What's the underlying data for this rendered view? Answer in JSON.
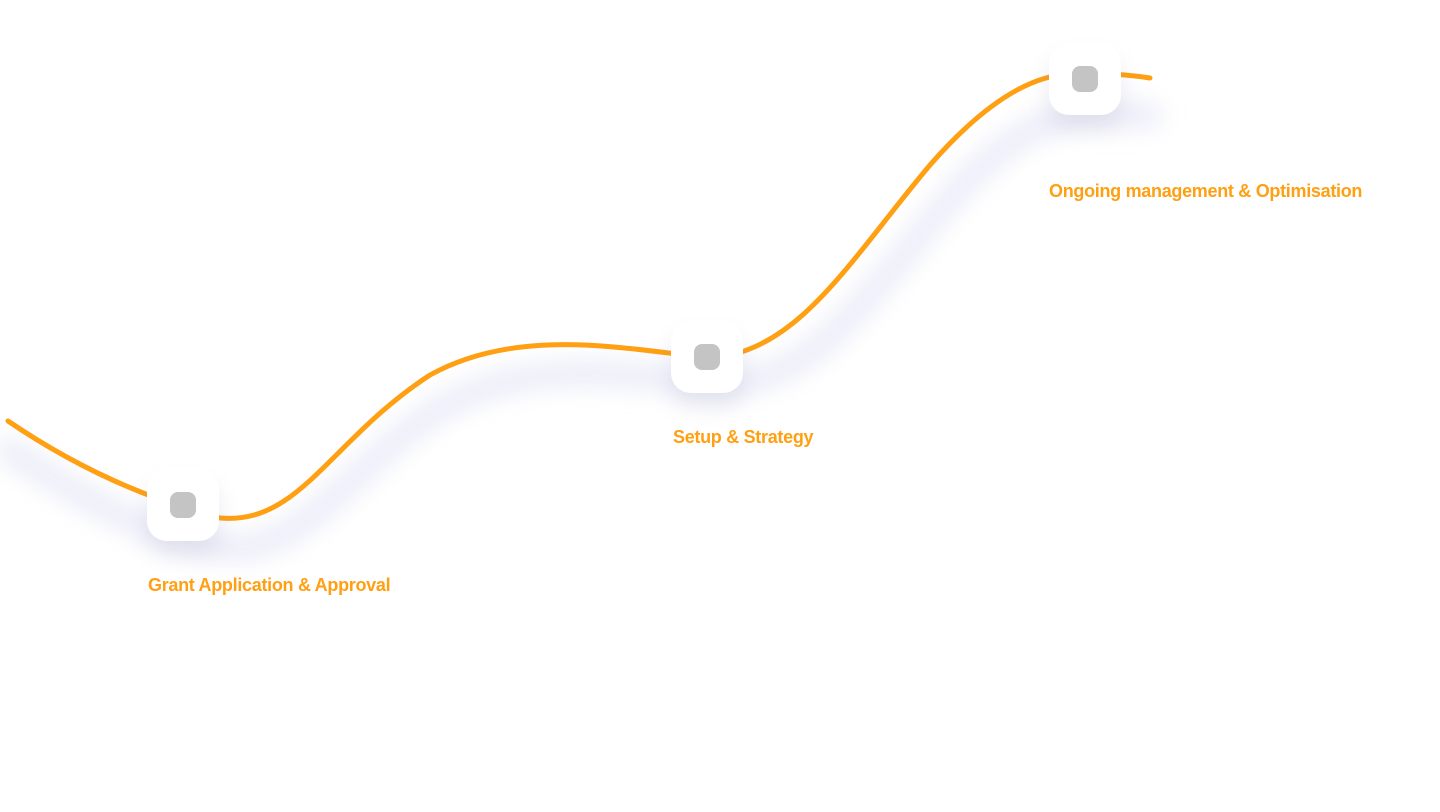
{
  "journey": {
    "accent_color": "#FF9F12",
    "steps": [
      {
        "label": "Grant Application & Approval",
        "icon": "placeholder-dot-icon"
      },
      {
        "label": "Setup & Strategy",
        "icon": "placeholder-dot-icon"
      },
      {
        "label": "Ongoing management & Optimisation",
        "icon": "placeholder-dot-icon"
      }
    ]
  }
}
